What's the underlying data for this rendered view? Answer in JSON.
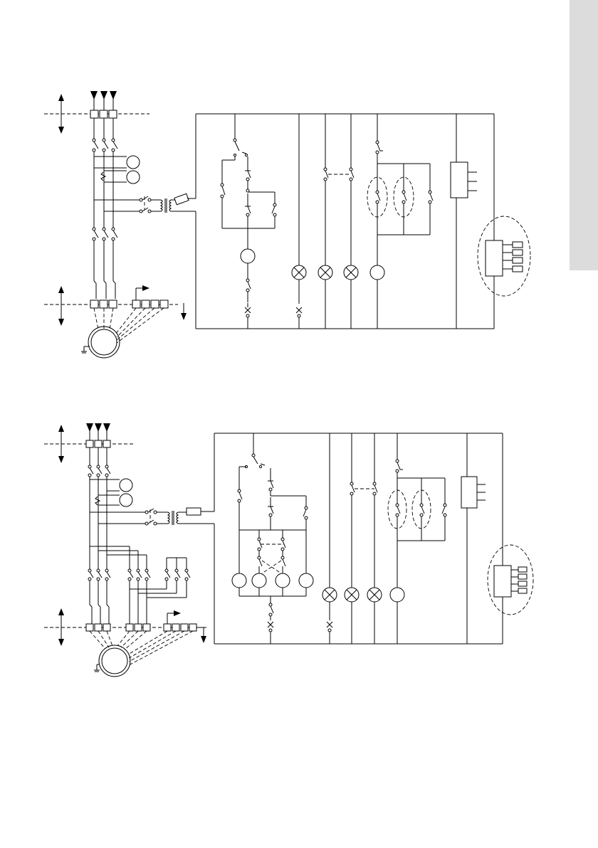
{
  "document": {
    "section_tab_color": "#dcdcdc",
    "line_color": "#000000",
    "background": "#ffffff"
  },
  "diagrams": [
    {
      "variant": "direct-on-line starter",
      "terminal_groups": 1,
      "control_coils": 1
    },
    {
      "variant": "star-delta starter",
      "terminal_groups": 2,
      "control_coils": 4
    }
  ]
}
